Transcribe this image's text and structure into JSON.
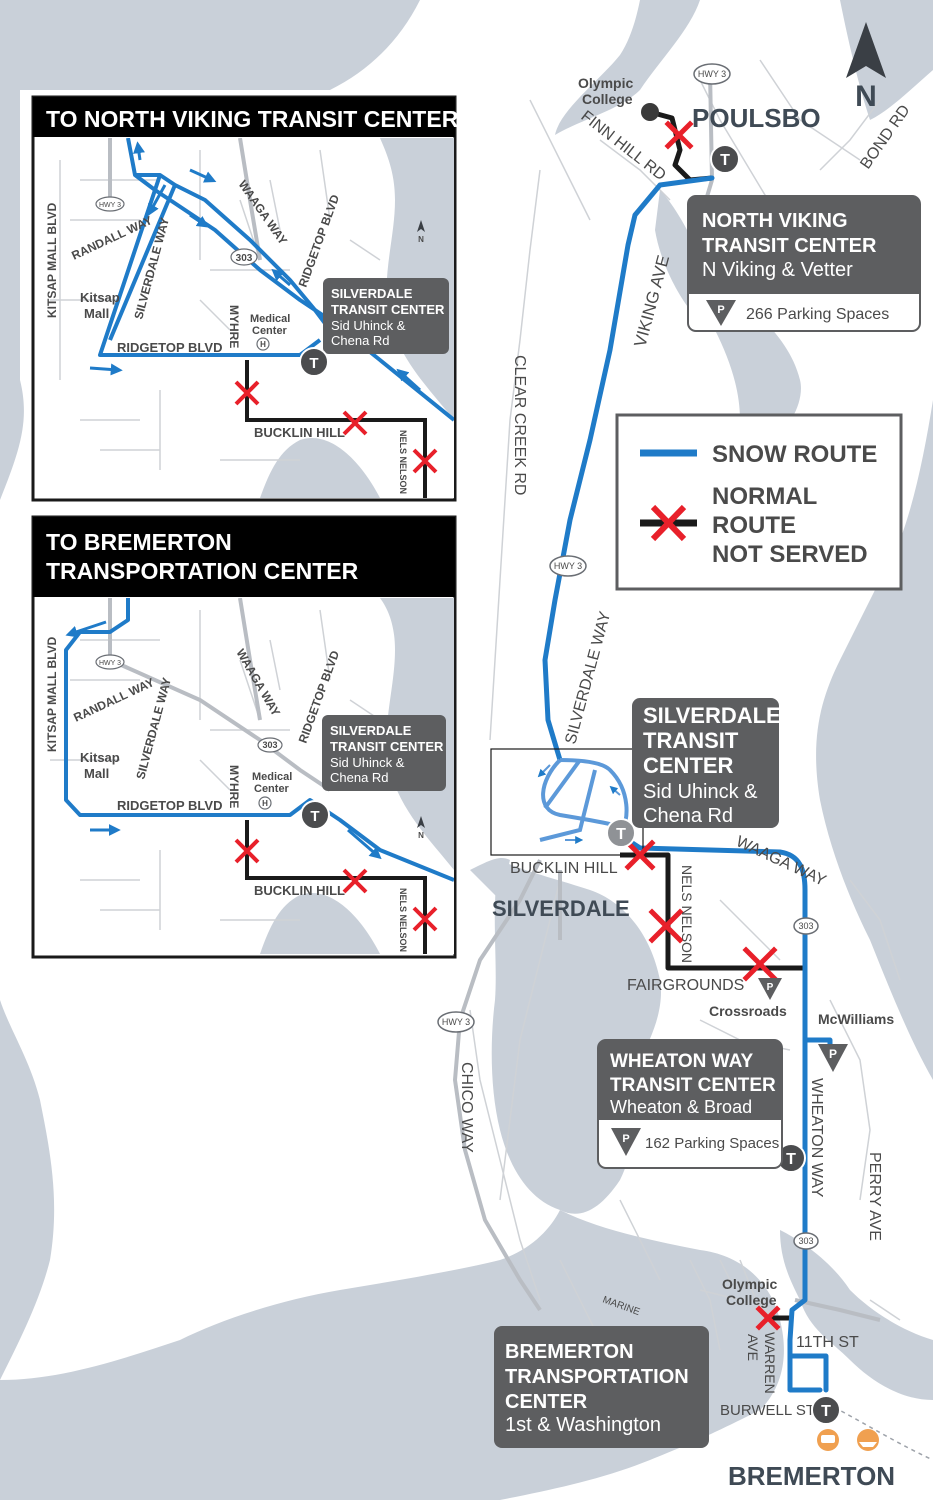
{
  "north_arrow": "N",
  "legend": {
    "snow_route": "SNOW ROUTE",
    "not_served": [
      "NORMAL",
      "ROUTE",
      "NOT SERVED"
    ]
  },
  "colors": {
    "snow_route": "#1f7bc8",
    "not_served": "#e8202a",
    "normal_route": "#1a1a1a",
    "water": "#c9d0d9",
    "callout": "#5d5e60"
  },
  "main_map": {
    "cities": [
      "POULSBO",
      "SILVERDALE",
      "BREMERTON"
    ],
    "roads": {
      "finn_hill": "FINN HILL RD",
      "bond": "BOND RD",
      "viking": "VIKING AVE",
      "clear_creek": "CLEAR CREEK RD",
      "silverdale_way": "SILVERDALE WAY",
      "waaga": "WAAGA WAY",
      "bucklin": "BUCKLIN HILL",
      "nels": "NELS NELSON",
      "fairgrounds": "FAIRGROUNDS",
      "chico": "CHICO WAY",
      "wheaton": "WHEATON WAY",
      "perry": "PERRY AVE",
      "eleventh": "11TH ST",
      "warren": [
        "WARREN",
        "AVE"
      ],
      "burwell": "BURWELL ST",
      "marine": "MARINE"
    },
    "shields": {
      "hwy3": "HWY 3",
      "sr303": "303"
    },
    "places": {
      "olympic_north": [
        "Olympic",
        "College"
      ],
      "olympic_south": [
        "Olympic",
        "College"
      ],
      "crossroads": "Crossroads",
      "mcwilliams": "McWilliams"
    },
    "parking_letter": "P",
    "transit_letter": "T"
  },
  "callouts": {
    "north_viking": {
      "title": [
        "NORTH VIKING",
        "TRANSIT CENTER"
      ],
      "address": "N Viking & Vetter",
      "parking": "266 Parking Spaces"
    },
    "silverdale": {
      "title": [
        "SILVERDALE",
        "TRANSIT",
        "CENTER"
      ],
      "address": [
        "Sid Uhinck &",
        "Chena Rd"
      ]
    },
    "wheaton": {
      "title": [
        "WHEATON WAY",
        "TRANSIT CENTER"
      ],
      "address": "Wheaton & Broad",
      "parking": "162 Parking Spaces"
    },
    "bremerton": {
      "title": [
        "BREMERTON",
        "TRANSPORTATION",
        "CENTER"
      ],
      "address": "1st & Washington"
    }
  },
  "inset_north": {
    "title": "TO NORTH VIKING TRANSIT CENTER",
    "labels": {
      "kitsap_mall_blvd": "KITSAP MALL BLVD",
      "randall": "RANDALL WAY",
      "silverdale_way": "SILVERDALE WAY",
      "waaga": "WAAGA WAY",
      "ridgetop": "RIDGETOP BLVD",
      "ridgetop_blvd": "RIDGETOP BLVD",
      "myhre": "MYHRE",
      "kitsap_mall": [
        "Kitsap",
        "Mall"
      ],
      "medical": [
        "Medical",
        "Center"
      ],
      "bucklin": "BUCKLIN HILL",
      "nels": "NELS NELSON",
      "hwy3": "HWY 3",
      "sr303": "303",
      "hospital": "H",
      "north": "N"
    },
    "stc": {
      "title": [
        "SILVERDALE",
        "TRANSIT CENTER"
      ],
      "address": [
        "Sid Uhinck &",
        "Chena Rd"
      ]
    }
  },
  "inset_south": {
    "title": [
      "TO BREMERTON",
      "TRANSPORTATION CENTER"
    ],
    "labels": {
      "kitsap_mall_blvd": "KITSAP MALL BLVD",
      "randall": "RANDALL WAY",
      "silverdale_way": "SILVERDALE WAY",
      "waaga": "WAAGA WAY",
      "ridgetop": "RIDGETOP BLVD",
      "ridgetop_blvd": "RIDGETOP BLVD",
      "myhre": "MYHRE",
      "kitsap_mall": [
        "Kitsap",
        "Mall"
      ],
      "medical": [
        "Medical",
        "Center"
      ],
      "bucklin": "BUCKLIN HILL",
      "nels": "NELS NELSON",
      "hwy3": "HWY 3",
      "sr303": "303",
      "hospital": "H",
      "north": "N"
    },
    "stc": {
      "title": [
        "SILVERDALE",
        "TRANSIT CENTER"
      ],
      "address": [
        "Sid Uhinck &",
        "Chena Rd"
      ]
    }
  }
}
